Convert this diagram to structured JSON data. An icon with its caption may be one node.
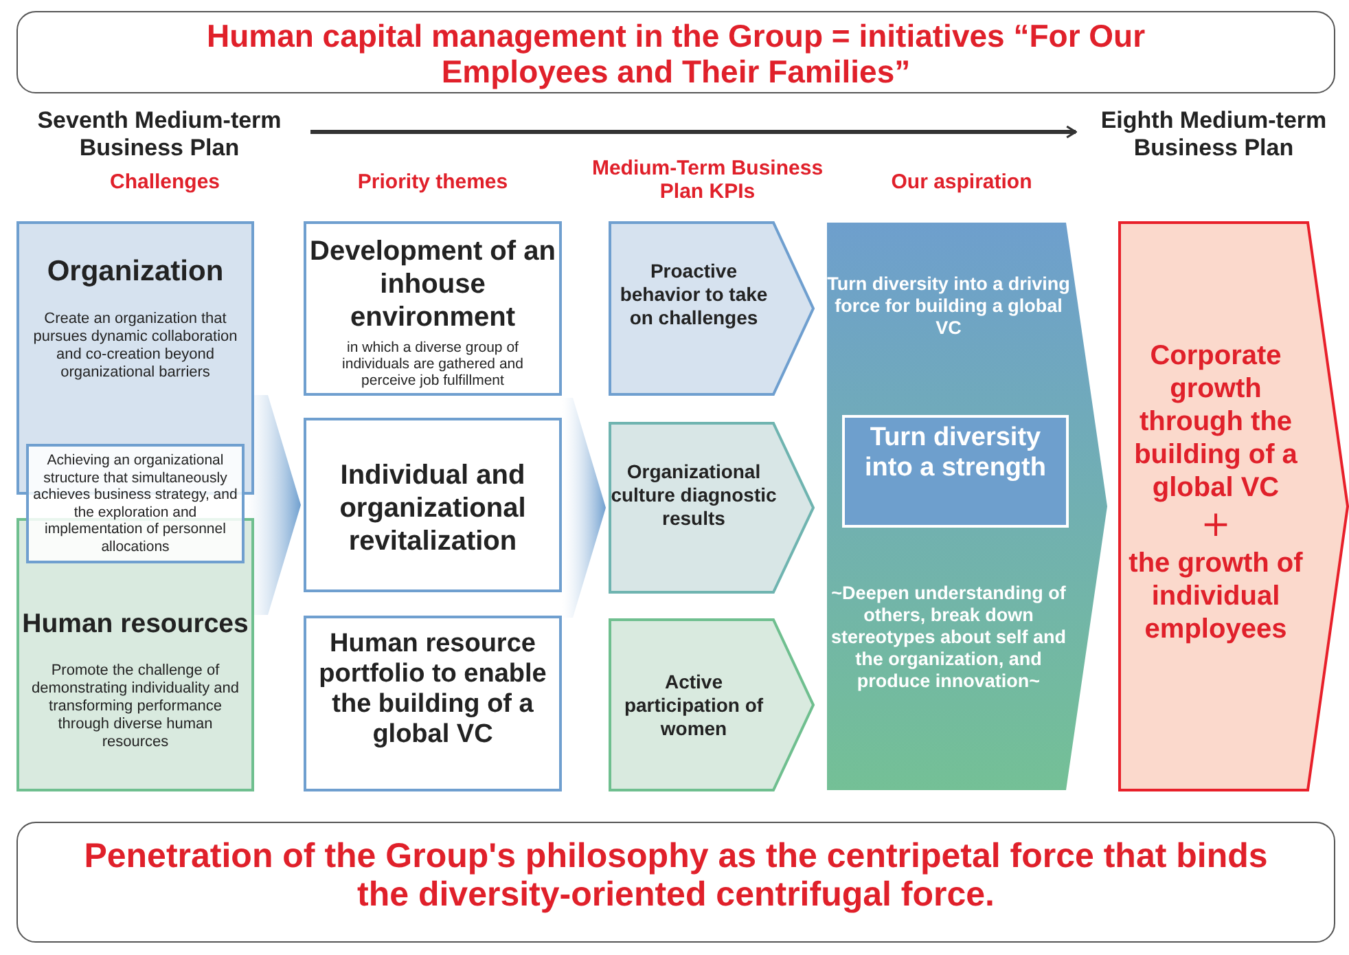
{
  "diagram": {
    "nodes": [
      {
        "text": [
          "Human capital management in the Group = initiatives “For Our Employees and Their Families”"
        ]
      },
      {
        "text": [
          "Seventh Medium-term Business Plan"
        ]
      },
      {
        "text": [
          "Eighth Medium-term Business Plan"
        ]
      },
      {
        "text": [
          "Organization",
          "Create an organization that pursues dynamic collaboration and co-creation beyond organizational barriers"
        ]
      },
      {
        "text": [
          "Achieving an organizational structure that simultaneously achieves business strategy, and the exploration and implementation of personnel allocations"
        ]
      },
      {
        "text": [
          "Human resources",
          "Promote the challenge of demonstrating individuality and transforming performance through diverse human resources"
        ]
      },
      {
        "text": [
          "Development of an inhouse environment",
          "in which a diverse group of individuals are gathered and perceive job fulfillment"
        ]
      },
      {
        "text": [
          "Individual and organizational revitalization"
        ]
      },
      {
        "text": [
          "Human resource portfolio to enable the building of a global VC"
        ]
      },
      {
        "text": [
          "Proactive behavior to take on challenges"
        ]
      },
      {
        "text": [
          "Organizational culture diagnostic results"
        ]
      },
      {
        "text": [
          "Active participation of women"
        ]
      },
      {
        "text": [
          "Turn diversity into a driving force for building a global VC",
          "~Deepen understanding of others, break down stereotypes about self and the organization, and produce innovation~"
        ]
      },
      {
        "text": [
          "Turn diversity into a strength"
        ],
        "in": 12
      },
      {
        "text": [
          "Corporate growth through the building of a global VC",
          "+",
          "the growth of individual employees"
        ]
      },
      {
        "text": [
          "Penetration of the Group's philosophy as the centripetal force that binds the diversity-oriented centrifugal force."
        ]
      }
    ],
    "edges": [
      {
        "from": 1,
        "to": 2,
        "arrow": "to"
      },
      {
        "from": 4,
        "to": 7,
        "arrow": "to"
      },
      {
        "from": 7,
        "to": 10,
        "arrow": "to"
      }
    ],
    "labels": [
      "Challenges",
      "Priority themes",
      "Medium-Term Business Plan KPIs",
      "Our aspiration"
    ]
  }
}
